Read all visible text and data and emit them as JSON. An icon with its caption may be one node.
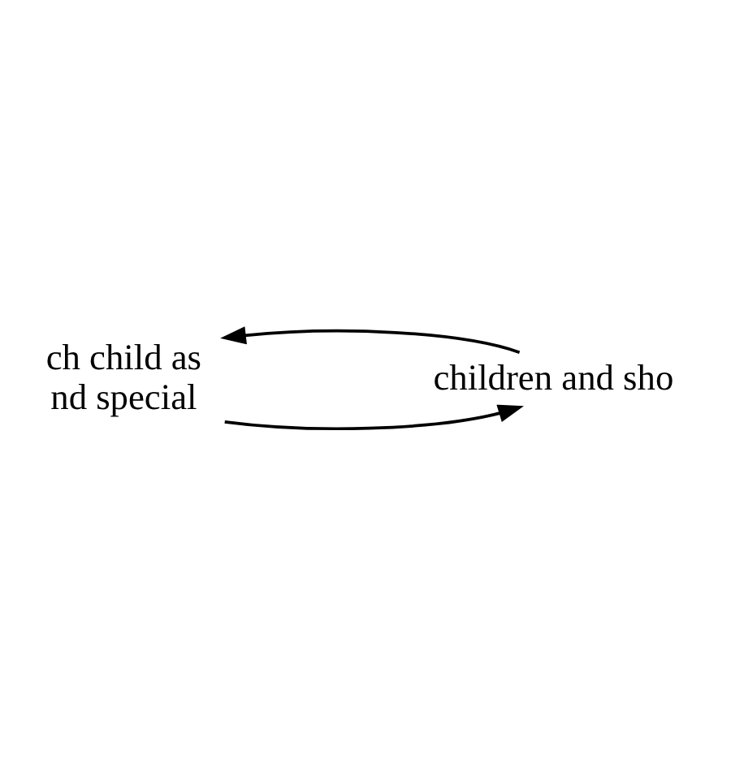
{
  "diagram": {
    "nodes": [
      {
        "text": [
          "ch child as nd special"
        ]
      },
      {
        "text": [
          "children and sho"
        ]
      }
    ],
    "edges": [
      {
        "from": 0,
        "to": 1,
        "arrow": "to"
      },
      {
        "from": 1,
        "to": 0,
        "arrow": "to"
      }
    ]
  }
}
